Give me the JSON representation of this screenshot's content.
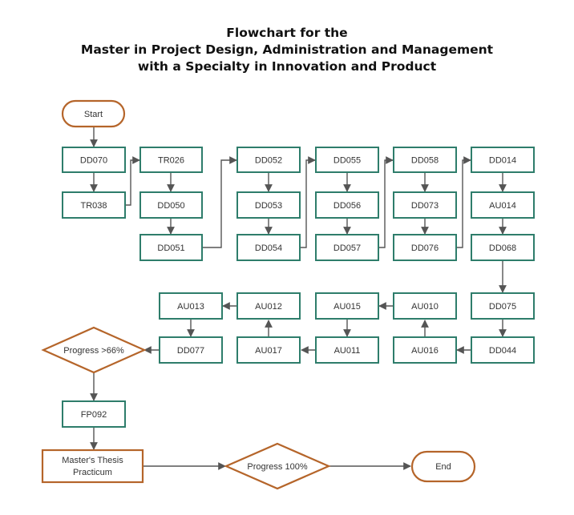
{
  "title": {
    "line1": "Flowchart for the",
    "line2": "Master in Project Design, Administration and Management",
    "line3": "with a Specialty in Innovation and Product"
  },
  "nodes": {
    "start": "Start",
    "dd070": "DD070",
    "tr038": "TR038",
    "tr026": "TR026",
    "dd050": "DD050",
    "dd051": "DD051",
    "dd052": "DD052",
    "dd053": "DD053",
    "dd054": "DD054",
    "dd055": "DD055",
    "dd056": "DD056",
    "dd057": "DD057",
    "dd058": "DD058",
    "dd073": "DD073",
    "dd076": "DD076",
    "dd014": "DD014",
    "au014": "AU014",
    "dd068": "DD068",
    "dd075": "DD075",
    "dd044": "DD044",
    "au016": "AU016",
    "au010": "AU010",
    "au015": "AU015",
    "au011": "AU011",
    "au017": "AU017",
    "au012": "AU012",
    "au013": "AU013",
    "dd077": "DD077",
    "progress66": "Progress >66%",
    "fp092": "FP092",
    "thesis_line1": "Master's Thesis",
    "thesis_line2": "Practicum",
    "progress100": "Progress 100%",
    "end": "End"
  },
  "colors": {
    "box_border": "#2e7d6b",
    "terminal_border": "#b5652a",
    "arrow": "#555555"
  }
}
